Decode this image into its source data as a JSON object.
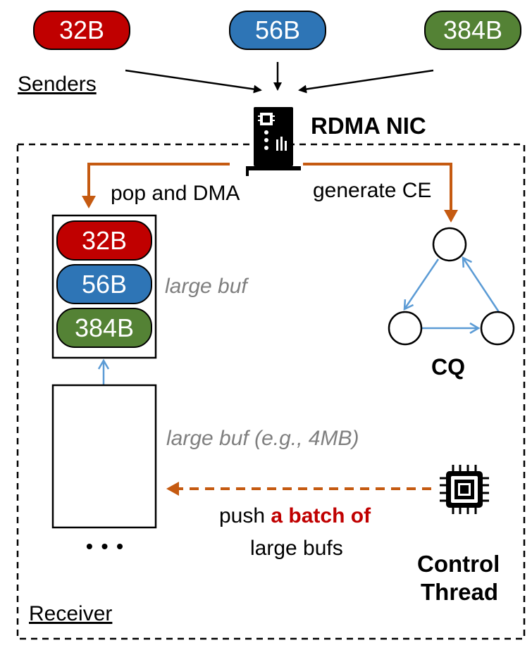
{
  "senders": {
    "label": "Senders",
    "messages": [
      "32B",
      "56B",
      "384B"
    ]
  },
  "nic": {
    "label": "RDMA NIC",
    "icon": "rdma-nic-card-icon",
    "pop_label": "pop and DMA",
    "ce_label": "generate CE"
  },
  "receiver": {
    "label": "Receiver",
    "filled_buf": {
      "items": [
        "32B",
        "56B",
        "384B"
      ],
      "label": "large buf"
    },
    "empty_buf": {
      "label": "large buf (e.g., 4MB)"
    },
    "ellipsis": "• • •",
    "cq_label": "CQ",
    "push": {
      "prefix": "push ",
      "emphasis": "a batch of",
      "line2": "large bufs"
    },
    "control_thread": {
      "line1": "Control",
      "line2": "Thread",
      "icon": "cpu-chip-icon"
    }
  },
  "colors": {
    "red": "#c00000",
    "blue": "#2e75b6",
    "green": "#548235",
    "orange_arrow": "#c55a11",
    "cq_arrow": "#5b9bd5",
    "gray_text": "#7f7f7f"
  }
}
